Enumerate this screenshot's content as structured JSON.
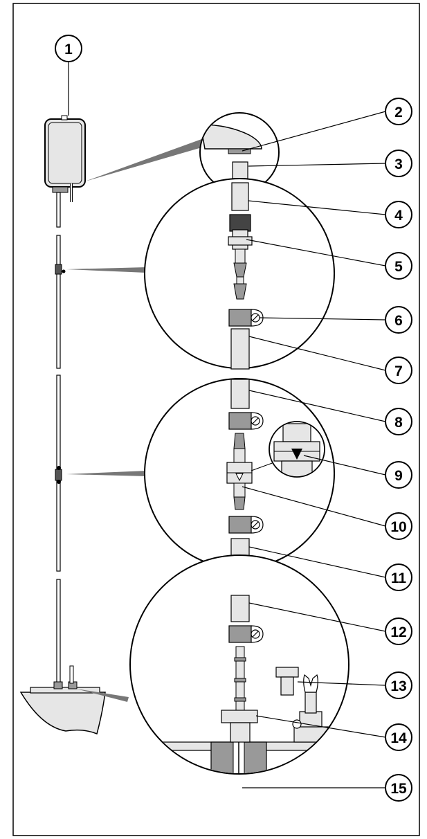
{
  "diagram": {
    "callouts": [
      {
        "number": "1"
      },
      {
        "number": "2"
      },
      {
        "number": "3"
      },
      {
        "number": "4"
      },
      {
        "number": "5"
      },
      {
        "number": "6"
      },
      {
        "number": "7"
      },
      {
        "number": "8"
      },
      {
        "number": "9"
      },
      {
        "number": "10"
      },
      {
        "number": "11"
      },
      {
        "number": "12"
      },
      {
        "number": "13"
      },
      {
        "number": "14"
      },
      {
        "number": "15"
      }
    ],
    "colors": {
      "stroke": "#000000",
      "part_fill": "#e6e6e6",
      "dark_fill": "#999999",
      "leader_wedge": "#777777",
      "background": "#ffffff"
    }
  }
}
